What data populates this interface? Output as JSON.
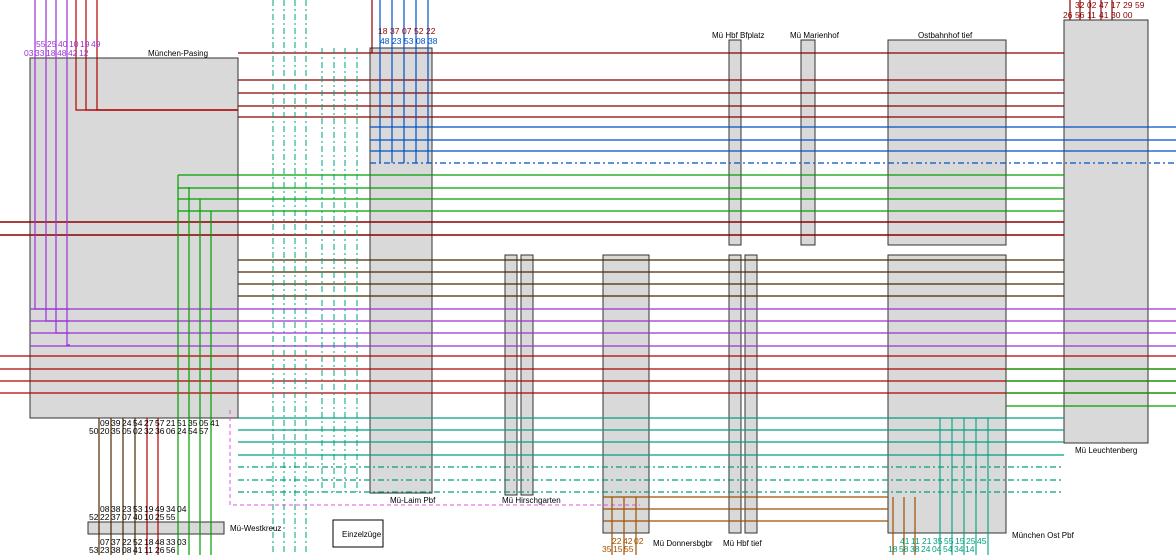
{
  "stations": {
    "pasing": "München-Pasing",
    "laim": "Mü-Laim Pbf",
    "hirschgarten": "Mü Hirschgarten",
    "donnersbgbr": "Mü Donnersbgbr",
    "hbf_tief": "Mü Hbf tief",
    "hbf_bfplatz": "Mü Hbf Bfplatz",
    "marienhof": "Mü Marienhof",
    "ostbahnhof_tief": "Ostbahnhof tief",
    "ost_pbf": "München Ost Pbf",
    "leuchtenberg": "Mü Leuchtenberg",
    "westkreuz": "Mü-Westkreuz"
  },
  "legend": {
    "einzelzuege": "Einzelzüge"
  },
  "colors": {
    "dark_red": "#8b0000",
    "red": "#b00000",
    "blue": "#0050c8",
    "green": "#00a000",
    "brown": "#4a2a00",
    "purple": "#9b30d8",
    "teal": "#00a080",
    "orange_brown": "#a05000",
    "pink": "#e050e0"
  },
  "labels": {
    "top_left": [
      "55",
      "25",
      "40",
      "10",
      "19",
      "49"
    ],
    "top_left2": [
      "03",
      "33",
      "18",
      "48",
      "42",
      "12"
    ],
    "top_mid": [
      "18",
      "37",
      "07",
      "52",
      "22"
    ],
    "top_mid2": [
      "48",
      "23",
      "53",
      "08",
      "38"
    ],
    "top_right": [
      "32",
      "02",
      "47",
      "17",
      "29",
      "59"
    ],
    "top_right2": [
      "26",
      "56",
      "11",
      "41",
      "30",
      "00"
    ],
    "bottom_left": [
      "09",
      "39",
      "24",
      "54",
      "27",
      "57",
      "21",
      "51",
      "35",
      "05",
      "41"
    ],
    "bottom_left2": [
      "50",
      "20",
      "35",
      "05",
      "02",
      "32",
      "36",
      "06",
      "24",
      "54",
      "57"
    ],
    "westkreuz_top": [
      "08",
      "38",
      "23",
      "53",
      "19",
      "49",
      "34",
      "04"
    ],
    "westkreuz_top2": [
      "52",
      "22",
      "37",
      "07",
      "40",
      "10",
      "25",
      "55"
    ],
    "westkreuz_bot": [
      "07",
      "37",
      "22",
      "52",
      "18",
      "48",
      "33",
      "03"
    ],
    "westkreuz_bot2": [
      "53",
      "23",
      "38",
      "08",
      "41",
      "11",
      "26",
      "56"
    ],
    "donners_bot": [
      "22",
      "42",
      "02"
    ],
    "donners_bot2": [
      "35",
      "15",
      "55"
    ],
    "ost_bot": [
      "41",
      "11",
      "21",
      "35",
      "55",
      "15",
      "25",
      "45"
    ],
    "ost_bot2": [
      "18",
      "58",
      "38",
      "24",
      "04",
      "54",
      "34",
      "14"
    ]
  }
}
